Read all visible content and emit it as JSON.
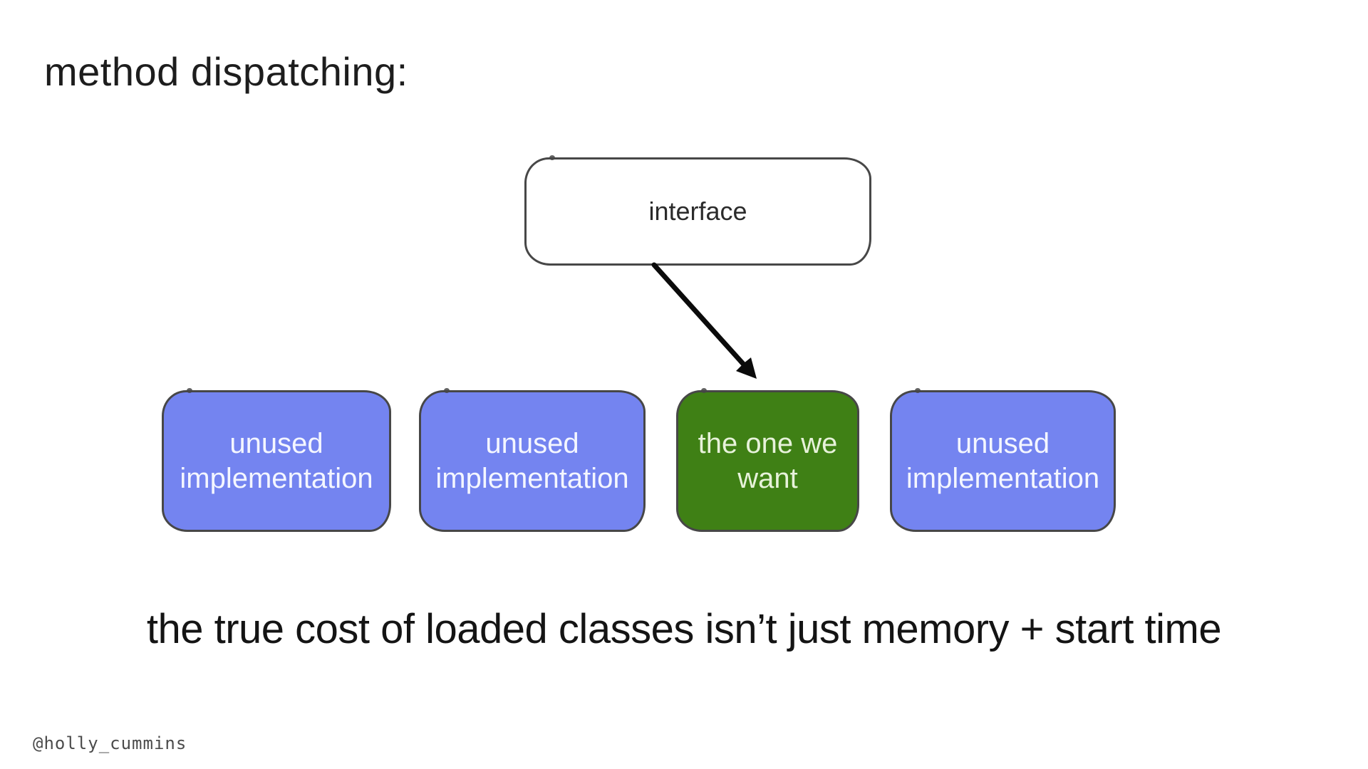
{
  "slide": {
    "title": "method dispatching:",
    "interface_box": {
      "label": "interface"
    },
    "implementations": [
      {
        "line1": "unused",
        "line2": "implementation",
        "state": "unused"
      },
      {
        "line1": "unused",
        "line2": "implementation",
        "state": "unused"
      },
      {
        "line1": "the one we",
        "line2": "want",
        "state": "selected"
      },
      {
        "line1": "unused",
        "line2": "implementation",
        "state": "unused"
      }
    ],
    "arrow": {
      "from": "interface",
      "to": "the one we want"
    },
    "caption": "the true cost of loaded classes isn’t just memory + start time",
    "footer_handle": "@holly_cummins",
    "colors": {
      "unused_fill": "#7484f0",
      "selected_fill": "#3f8015",
      "box_border": "#474747",
      "arrow": "#0b0b0b",
      "title_text": "#1d1d1d"
    }
  }
}
